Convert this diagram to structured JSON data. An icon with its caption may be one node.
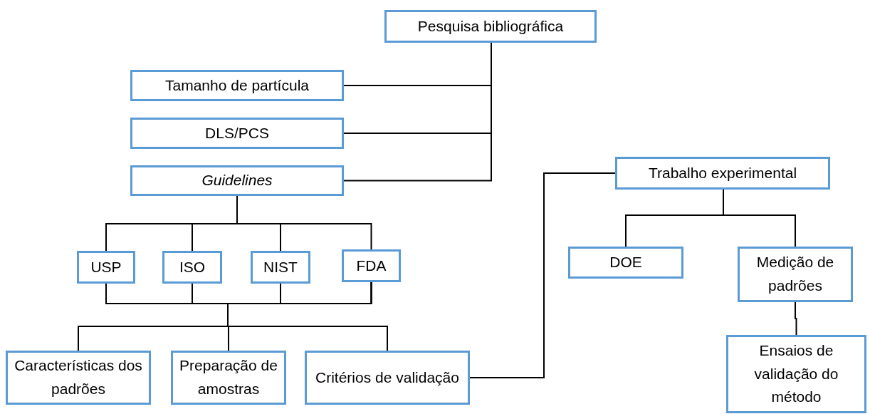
{
  "diagram": {
    "nodes": [
      {
        "text": [
          "Pesquisa bibliográfica"
        ]
      },
      {
        "text": [
          "Tamanho de partícula"
        ]
      },
      {
        "text": [
          "DLS/PCS"
        ]
      },
      {
        "text": [
          "Guidelines"
        ]
      },
      {
        "text": [
          "USP"
        ]
      },
      {
        "text": [
          "ISO"
        ]
      },
      {
        "text": [
          "NIST"
        ]
      },
      {
        "text": [
          "FDA"
        ]
      },
      {
        "text": [
          "Características dos padrões"
        ]
      },
      {
        "text": [
          "Preparação de amostras"
        ]
      },
      {
        "text": [
          "Critérios de validação"
        ]
      },
      {
        "text": [
          "Trabalho experimental"
        ]
      },
      {
        "text": [
          "DOE"
        ]
      },
      {
        "text": [
          "Medição de padrões"
        ]
      },
      {
        "text": [
          "Ensaios de validação do método"
        ]
      }
    ],
    "edges": [
      {
        "from": 0,
        "to": 1,
        "arrow": "none"
      },
      {
        "from": 0,
        "to": 2,
        "arrow": "none"
      },
      {
        "from": 0,
        "to": 3,
        "arrow": "none"
      },
      {
        "from": 3,
        "to": 4,
        "arrow": "none"
      },
      {
        "from": 3,
        "to": 5,
        "arrow": "none"
      },
      {
        "from": 3,
        "to": 6,
        "arrow": "none"
      },
      {
        "from": 3,
        "to": 7,
        "arrow": "none"
      },
      {
        "from": 4,
        "to": 8,
        "arrow": "none"
      },
      {
        "from": 4,
        "to": 9,
        "arrow": "none"
      },
      {
        "from": 4,
        "to": 10,
        "arrow": "none"
      },
      {
        "from": 5,
        "to": 8,
        "arrow": "none"
      },
      {
        "from": 5,
        "to": 9,
        "arrow": "none"
      },
      {
        "from": 5,
        "to": 10,
        "arrow": "none"
      },
      {
        "from": 6,
        "to": 8,
        "arrow": "none"
      },
      {
        "from": 6,
        "to": 9,
        "arrow": "none"
      },
      {
        "from": 6,
        "to": 10,
        "arrow": "none"
      },
      {
        "from": 7,
        "to": 8,
        "arrow": "none"
      },
      {
        "from": 7,
        "to": 9,
        "arrow": "none"
      },
      {
        "from": 7,
        "to": 10,
        "arrow": "none"
      },
      {
        "from": 10,
        "to": 11,
        "arrow": "none"
      },
      {
        "from": 11,
        "to": 12,
        "arrow": "none"
      },
      {
        "from": 11,
        "to": 13,
        "arrow": "none"
      },
      {
        "from": 13,
        "to": 14,
        "arrow": "none"
      }
    ]
  }
}
